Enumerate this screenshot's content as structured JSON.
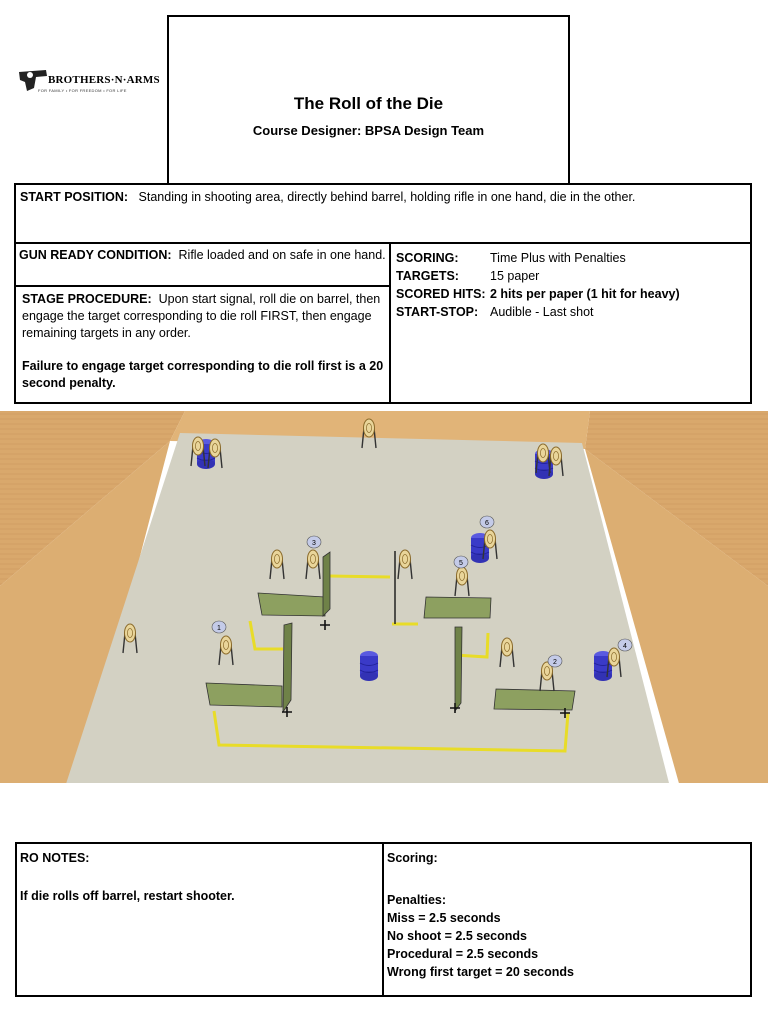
{
  "logo": {
    "brand": "BROTHERS·N·ARMS",
    "tagline": "FOR FAMILY • FOR FREEDOM • FOR LIFE"
  },
  "header": {
    "title": "The Roll of the Die",
    "designer": "Course Designer: BPSA Design Team"
  },
  "start": {
    "label": "START POSITION:",
    "text": "Standing in shooting area, directly behind barrel, holding rifle in one hand, die in the other."
  },
  "gun_ready": {
    "label": "GUN READY CONDITION:",
    "text": "Rifle loaded and on safe in one hand."
  },
  "procedure": {
    "label": "STAGE PROCEDURE:",
    "text": "Upon start signal, roll die on barrel, then engage the target corresponding to die roll FIRST, then engage remaining targets in any order.",
    "failure": "Failure to engage target corresponding to die roll first is a 20 second penalty."
  },
  "scoring_info": {
    "rows": [
      {
        "label": "SCORING:",
        "value": "Time Plus with Penalties"
      },
      {
        "label": "TARGETS:",
        "value": "15 paper"
      },
      {
        "label": "SCORED HITS:",
        "value": "2 hits per paper (1 hit for heavy)"
      },
      {
        "label": "START-STOP:",
        "value": "Audible - Last shot"
      }
    ]
  },
  "stage_numbers": [
    "1",
    "2",
    "3",
    "4",
    "5",
    "6"
  ],
  "ro_notes": {
    "label": "RO NOTES:",
    "text": "If die rolls off barrel, restart shooter."
  },
  "penalties": {
    "label": "Scoring:",
    "heading": "Penalties:",
    "items": [
      "Miss = 2.5 seconds",
      "No shoot = 2.5 seconds",
      "Procedural = 2.5 seconds",
      "Wrong first target = 20 seconds"
    ]
  }
}
